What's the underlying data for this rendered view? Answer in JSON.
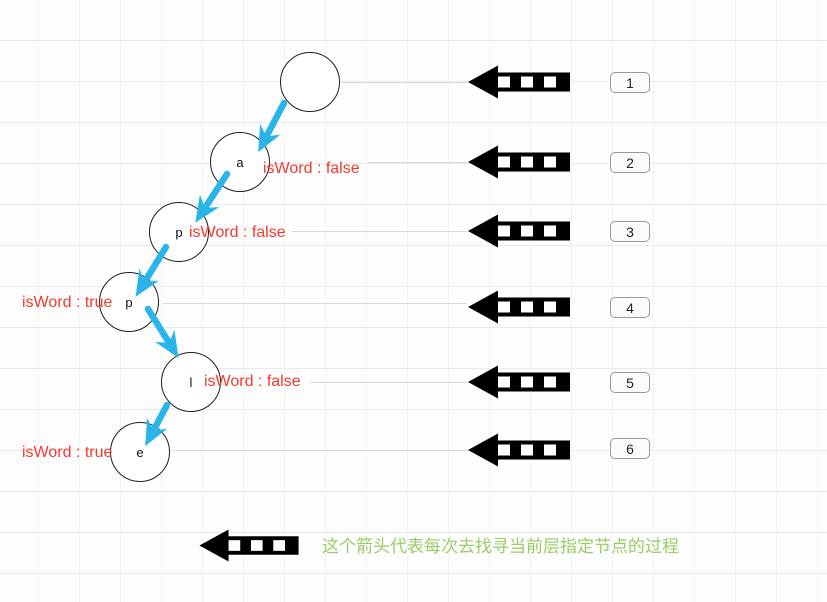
{
  "trie": {
    "nodes": [
      {
        "letter": "",
        "label": ""
      },
      {
        "letter": "a",
        "label": "isWord : false"
      },
      {
        "letter": "p",
        "label": "isWord : false"
      },
      {
        "letter": "p",
        "label": "isWord : true"
      },
      {
        "letter": "l",
        "label": "isWord : false"
      },
      {
        "letter": "e",
        "label": "isWord : true"
      }
    ]
  },
  "steps": [
    {
      "number": "1"
    },
    {
      "number": "2"
    },
    {
      "number": "3"
    },
    {
      "number": "4"
    },
    {
      "number": "5"
    },
    {
      "number": "6"
    }
  ],
  "legend": {
    "caption": "这个箭头代表每次去找寻当前层指定节点的过程"
  },
  "colors": {
    "traversal_arrow": "#29b5ea",
    "isword_label": "#f4392e",
    "legend_caption": "#9ccc65",
    "search_arrow": "#000000",
    "node_stroke": "#1f1f1f"
  },
  "icons": {
    "search_arrow": "striped-left-arrow-icon",
    "traversal_arrow": "cyan-diagonal-arrow-icon"
  }
}
